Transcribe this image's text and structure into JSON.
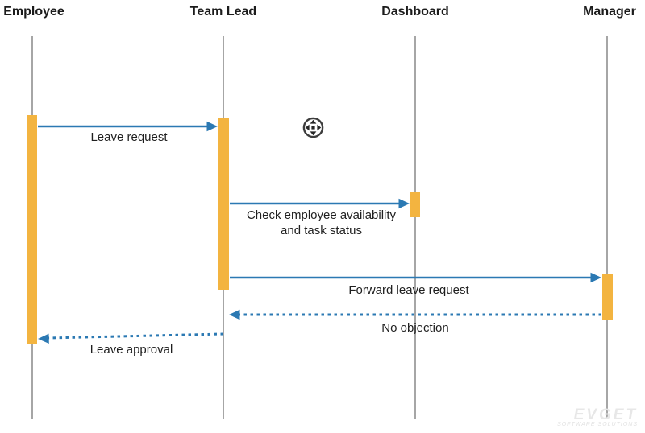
{
  "diagram": {
    "type": "sequence",
    "actors": [
      {
        "name": "Employee"
      },
      {
        "name": "Team Lead"
      },
      {
        "name": "Dashboard"
      },
      {
        "name": "Manager"
      }
    ],
    "messages": [
      {
        "label": "Leave request",
        "from": "Employee",
        "to": "Team Lead",
        "line": "solid"
      },
      {
        "label": "Check employee availability and task status",
        "from": "Team Lead",
        "to": "Dashboard",
        "line": "solid"
      },
      {
        "label": "Forward leave request",
        "from": "Team Lead",
        "to": "Manager",
        "line": "solid"
      },
      {
        "label": "No objection",
        "from": "Manager",
        "to": "Team Lead",
        "line": "dashed"
      },
      {
        "label": "Leave approval",
        "from": "Team Lead",
        "to": "Employee",
        "line": "dashed"
      }
    ]
  },
  "icons": {
    "pan": "pan-move-icon"
  },
  "watermark": {
    "brand": "EVGET",
    "tagline": "SOFTWARE SOLUTIONS"
  },
  "colors": {
    "arrow_blue": "#2b79b3",
    "activation_yellow": "#f3b440",
    "lifeline_gray": "#a6a6a6",
    "text": "#1f1f1f",
    "watermark_gray": "#e7e7e7"
  }
}
